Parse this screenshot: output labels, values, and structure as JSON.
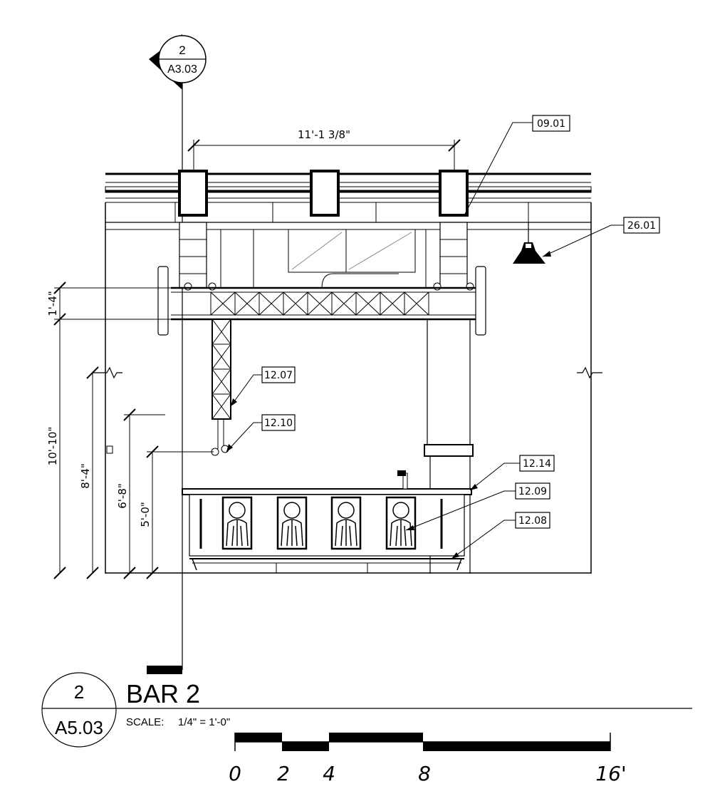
{
  "section_marker": {
    "number": "2",
    "sheet": "A3.03"
  },
  "dimensions": {
    "overall_width": "11'-1 3/8\"",
    "truss_depth": "1'-4\"",
    "height_total": "10'-10\"",
    "height_2": "8'-4\"",
    "height_3": "6'-8\"",
    "height_4": "5'-0\""
  },
  "keynotes": [
    "09.01",
    "26.01",
    "12.07",
    "12.10",
    "12.14",
    "12.09",
    "12.08"
  ],
  "title_block": {
    "number": "2",
    "sheet": "A5.03",
    "title": "BAR 2",
    "scale_label": "SCALE:",
    "scale_value": "1/4\" = 1'-0\""
  },
  "scale_bar": {
    "labels": [
      "0",
      "2",
      "4",
      "8",
      "16'"
    ]
  }
}
